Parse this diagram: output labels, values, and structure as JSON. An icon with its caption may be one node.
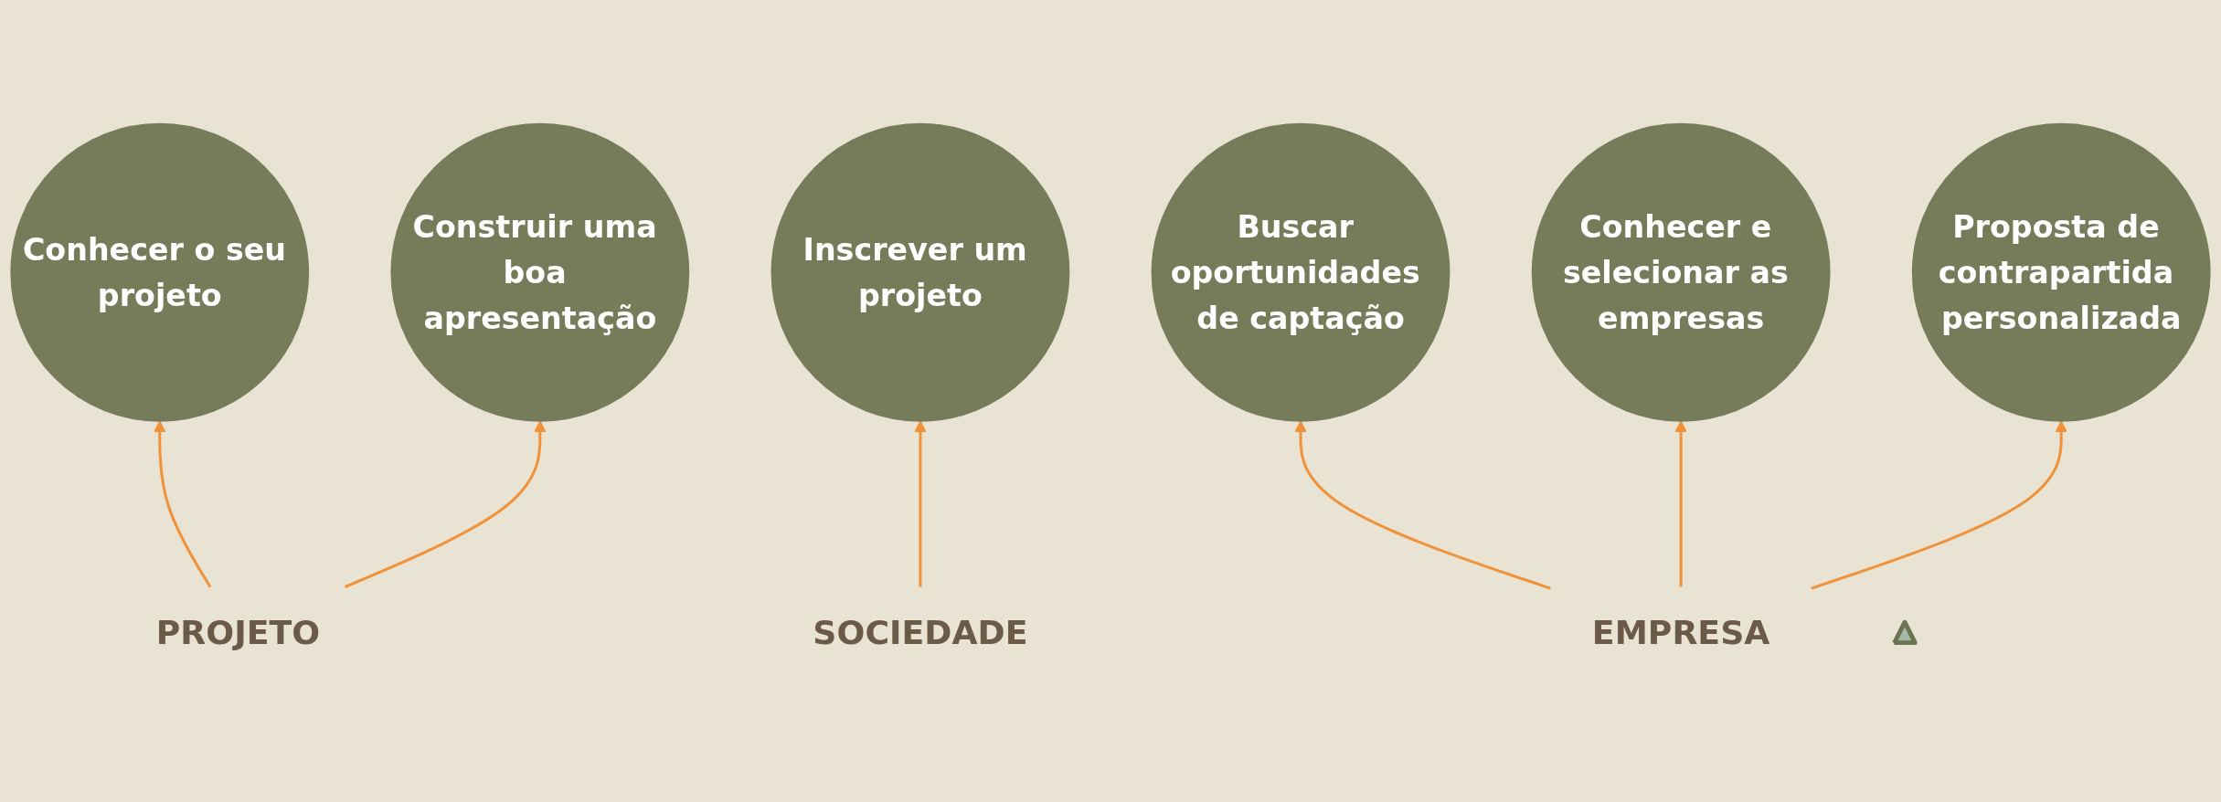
{
  "diagram": {
    "nodes": [
      {
        "text": [
          "Inscrever um projeto"
        ]
      },
      {
        "text": [
          "Conhecer o seu projeto"
        ]
      },
      {
        "text": [
          "Construir uma boa apresentação"
        ]
      },
      {
        "text": [
          "Buscar oportunidades de captação"
        ]
      },
      {
        "text": [
          "Conhecer e selecionar as empresas"
        ]
      },
      {
        "text": [
          "Proposta de contrapartida personalizada"
        ]
      },
      {
        "text": [
          "PROJETO"
        ]
      },
      {
        "text": [
          "SOCIEDADE"
        ]
      },
      {
        "text": [
          "EMPRESA"
        ]
      },
      {
        "text": [],
        "shape": "triangle"
      }
    ],
    "edges": [
      {
        "from": 7,
        "to": 0,
        "arrow": "to"
      },
      {
        "from": 6,
        "to": 1,
        "arrow": "to"
      },
      {
        "from": 6,
        "to": 2,
        "arrow": "to"
      },
      {
        "from": 8,
        "to": 3,
        "arrow": "to"
      },
      {
        "from": 8,
        "to": 4,
        "arrow": "to"
      },
      {
        "from": 8,
        "to": 5,
        "arrow": "to"
      }
    ]
  }
}
